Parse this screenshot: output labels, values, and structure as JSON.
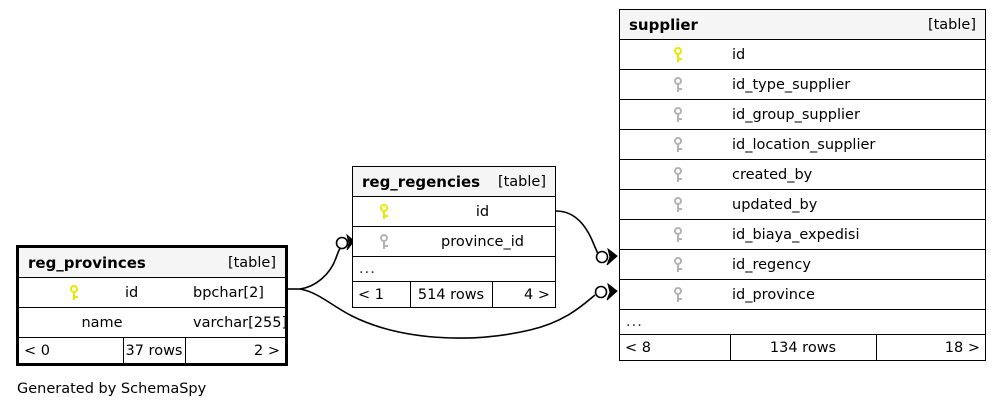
{
  "diagram": {
    "generator_caption": "Generated by SchemaSpy",
    "type_label": "[table]",
    "ellipsis": "...",
    "colors": {
      "primary_key": "#e8e800",
      "foreign_key": "#b3b3b3",
      "header_background": "#f5f5f5",
      "border": "#000000",
      "page_background": "#ffffff"
    }
  },
  "tables": {
    "reg_provinces": {
      "name": "reg_provinces",
      "type_label": "[table]",
      "emphasis": true,
      "columns": [
        {
          "key": "pk",
          "name": "id",
          "type": "bpchar[2]"
        },
        {
          "key": "none",
          "name": "name",
          "type": "varchar[255]"
        }
      ],
      "footer": {
        "left": "< 0",
        "middle": "37 rows",
        "right": "2 >"
      }
    },
    "reg_regencies": {
      "name": "reg_regencies",
      "type_label": "[table]",
      "emphasis": false,
      "columns": [
        {
          "key": "pk",
          "name": "id"
        },
        {
          "key": "fk",
          "name": "province_id"
        }
      ],
      "ellipsis": "...",
      "footer": {
        "left": "< 1",
        "middle": "514 rows",
        "right": "4 >"
      }
    },
    "supplier": {
      "name": "supplier",
      "type_label": "[table]",
      "emphasis": false,
      "columns": [
        {
          "key": "pk",
          "name": "id"
        },
        {
          "key": "fk",
          "name": "id_type_supplier"
        },
        {
          "key": "fk",
          "name": "id_group_supplier"
        },
        {
          "key": "fk",
          "name": "id_location_supplier"
        },
        {
          "key": "fk",
          "name": "created_by"
        },
        {
          "key": "fk",
          "name": "updated_by"
        },
        {
          "key": "fk",
          "name": "id_biaya_expedisi"
        },
        {
          "key": "fk",
          "name": "id_regency"
        },
        {
          "key": "fk",
          "name": "id_province"
        }
      ],
      "ellipsis": "...",
      "footer": {
        "left": "< 8",
        "middle": "134 rows",
        "right": "18 >"
      }
    }
  },
  "relationships": [
    {
      "from_table": "reg_provinces",
      "from_column": "id",
      "to_table": "reg_regencies",
      "to_column": "province_id"
    },
    {
      "from_table": "reg_provinces",
      "from_column": "id",
      "to_table": "supplier",
      "to_column": "id_province"
    },
    {
      "from_table": "reg_regencies",
      "from_column": "id",
      "to_table": "supplier",
      "to_column": "id_regency"
    }
  ]
}
